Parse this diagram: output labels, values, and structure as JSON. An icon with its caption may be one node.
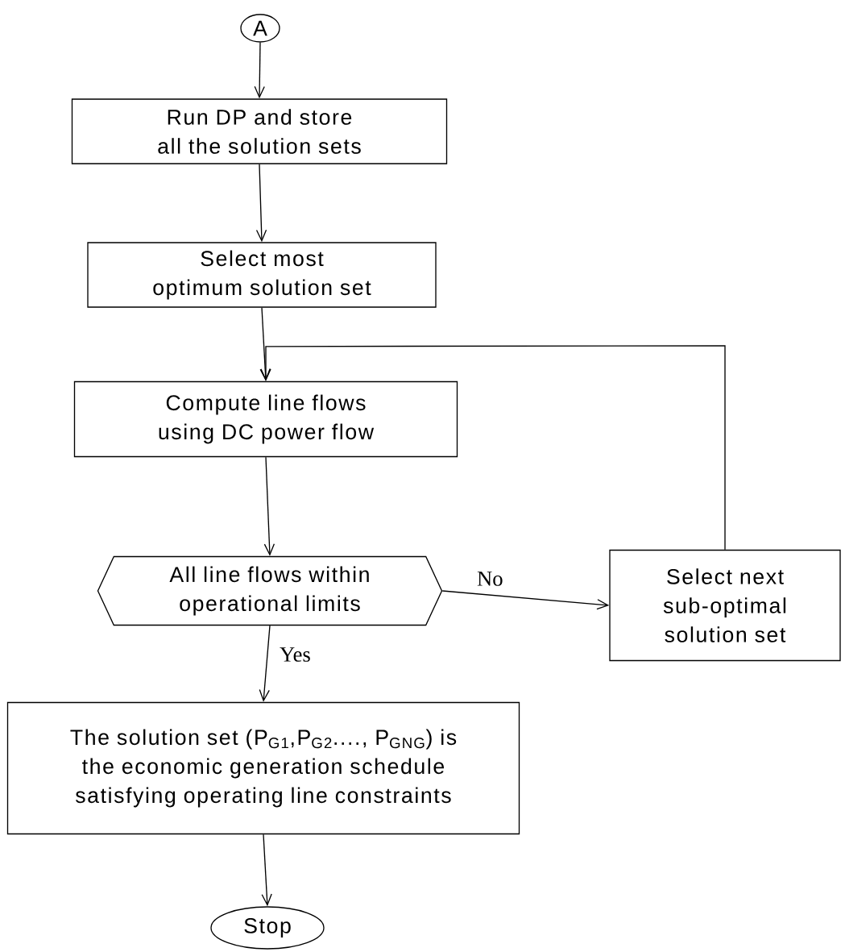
{
  "diagram": {
    "nodes": [
      {
        "text": [
          "A"
        ]
      },
      {
        "text": [
          "Run DP and store all the solution sets"
        ]
      },
      {
        "text": [
          "Select most optimum solution set"
        ]
      },
      {
        "text": [
          "Compute line flows using DC power flow"
        ]
      },
      {
        "text": [
          "All line flows within operational limits"
        ]
      },
      {
        "text": [
          "Select next sub-optimal solution set"
        ]
      },
      {
        "text": [
          "The solution set (P$_{G1}$,P$_{G2}$...., P$_{GNG}$) is the economic generation schedule satisfying operating line constraints"
        ]
      },
      {
        "text": [
          "Stop"
        ]
      }
    ],
    "edges": [
      {
        "from": 0,
        "to": 1,
        "arrow": "to"
      },
      {
        "from": 1,
        "to": 2,
        "arrow": "to"
      },
      {
        "from": 2,
        "to": 3,
        "arrow": "to"
      },
      {
        "from": 3,
        "to": 4,
        "arrow": "to"
      },
      {
        "from": 4,
        "to": 5,
        "arrow": "to",
        "label": "No"
      },
      {
        "from": 5,
        "to": 3,
        "arrow": "to"
      },
      {
        "from": 4,
        "to": 6,
        "arrow": "to",
        "label": "Yes"
      },
      {
        "from": 6,
        "to": 7,
        "arrow": "to"
      }
    ]
  }
}
